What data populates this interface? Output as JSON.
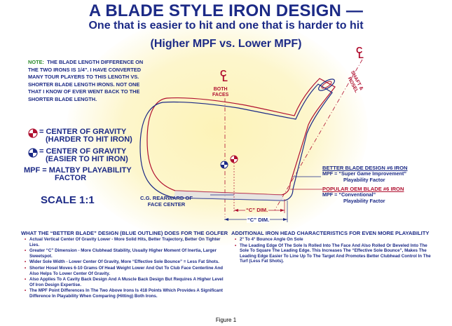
{
  "title": "A BLADE STYLE IRON DESIGN —",
  "subtitle1": "One that is easier to hit and one that is harder to hit",
  "subtitle2": "(Higher MPF vs. Lower MPF)",
  "note": {
    "label": "NOTE:",
    "text": "THE BLADE LENGTH DIFFERENCE ON THE TWO IRONS IS 1/4\". I HAVE CONVERTED MANY TOUR PLAYERS TO THIS LENGTH VS. SHORTER BLADE LENGTH IRONS. NOT ONE THAT I KNOW OF EVER WENT BACK TO THE SHORTER BLADE LENGTH."
  },
  "legend": {
    "cg_hard_1": "= CENTER OF GRAVITY",
    "cg_hard_2": "(HARDER TO HIT IRON)",
    "cg_easy_1": "= CENTER OF GRAVITY",
    "cg_easy_2": "(EASIER TO HIT IRON)",
    "mpf_1": "MPF = MALTBY PLAYABILITY",
    "mpf_2": "FACTOR"
  },
  "scale": "SCALE 1:1",
  "diagram": {
    "cl_left_top": "C",
    "cl_left_bottom": "L",
    "both_faces_1": "BOTH",
    "both_faces_2": "FACES",
    "cl_right_top": "C",
    "cl_right_bottom": "L",
    "shaft_hosel_1": "SHAFT &",
    "shaft_hosel_2": "HOSEL",
    "cg_rearward_1": "C.G. REARWARD OF",
    "cg_rearward_2": "FACE CENTER",
    "c_dim_red": "“C” DIM.",
    "c_dim_blue": "“C” DIM."
  },
  "better_blade": {
    "title": "BETTER BLADE DESIGN #6 IRON",
    "line1": "MPF = “Super Game Improvement”",
    "line2": "Playability Factor"
  },
  "popular_blade": {
    "title": "POPULAR OEM BLADE #6 IRON",
    "line1": "MPF = “Conventional”",
    "line2": "Playability Factor"
  },
  "left_section": {
    "heading": "WHAT THE “BETTER BLADE” DESIGN (BLUE OUTLINE) DOES FOR THE GOLFER",
    "bullets": [
      "Actual Vertical Center Of Gravity Lower - More Solid Hits, Better Trajectory, Better On Tighter Lies.",
      "Greater “C” Dimension - More Clubhead Stability, Usually Higher Moment Of Inertia, Larger Sweetspot.",
      "Wider Sole Width - Lower Center Of Gravity, More “Effective Sole Bounce” = Less Fat Shots.",
      "Shorter Hosel Moves 6-10 Grams Of Head Weight Lower And Out To Club Face Centerline And Also Helps To Lower Center Of Gravity.",
      "Also Applies To A Cavity Back Design And A Muscle Back Design But Requires A Higher Level Of Iron Design Expertise.",
      "The MPF Point Differences In The Two Above Irons Is 418 Points Which Provides A Significant Difference In Playability When Comparing (Hitting) Both Irons."
    ]
  },
  "right_section": {
    "heading": "ADDITIONAL IRON HEAD CHARACTERISTICS FOR EVEN MORE PLAYABILITY",
    "bullets": [
      "2° To 4° Bounce Angle On Sole",
      "The Leading Edge Of The Sole Is Rolled Into The Face And Also Rolled Or Beveled Into The Sole To Square The Leading Edge. This Increases The “Effective Sole Bounce”, Makes The Leading Edge Easier To Line Up To The Target And Promotes Better Clubhead Control In The Turf (Less Fat Shots)."
    ]
  },
  "figure_caption": "Figure 1",
  "colors": {
    "blue": "#1c2a86",
    "red": "#b01030",
    "green": "#2a8a2a",
    "glow": "#fdf3b8"
  }
}
